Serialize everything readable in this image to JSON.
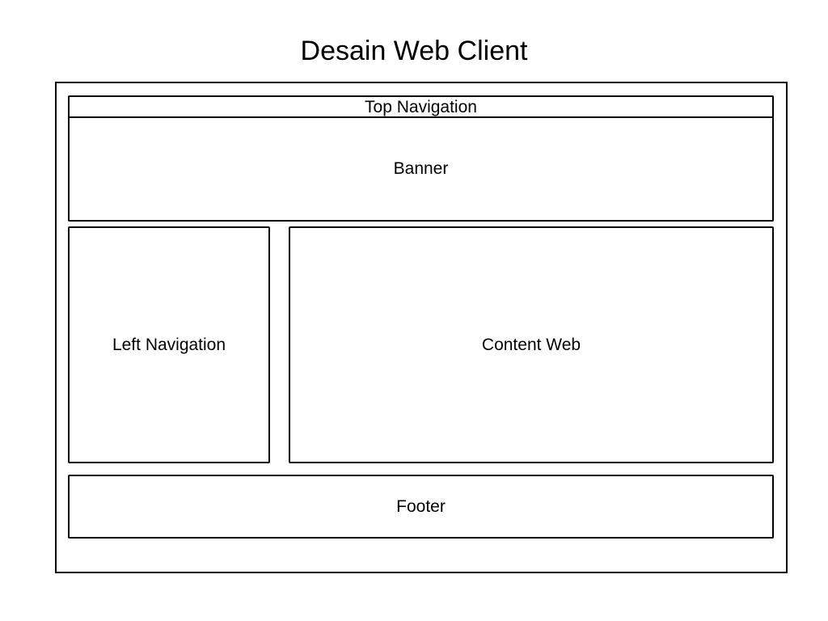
{
  "slide": {
    "title": "Desain Web Client"
  },
  "layout_blocks": {
    "top_navigation": "Top Navigation",
    "banner": "Banner",
    "left_navigation": "Left Navigation",
    "content_web": "Content Web",
    "footer": "Footer"
  }
}
